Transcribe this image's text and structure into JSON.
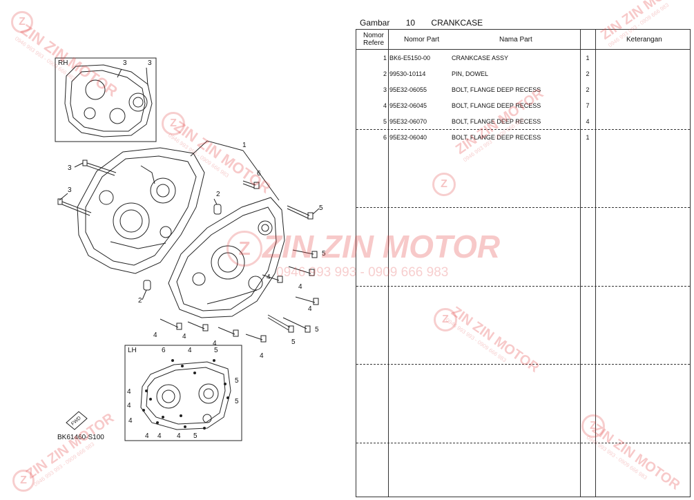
{
  "header": {
    "gambar_label": "Gambar",
    "gambar_number": "10",
    "title": "CRANKCASE"
  },
  "table": {
    "columns": {
      "ref_line1": "Nomor",
      "ref_line2": "Refere",
      "part_number": "Nomor Part",
      "part_name": "Nama Part",
      "remarks": "Keterangan"
    },
    "rows": [
      {
        "ref": "1",
        "part_number": "BK6-E5150-00",
        "name": "CRANKCASE ASSY",
        "qty": "1"
      },
      {
        "ref": "2",
        "part_number": "99530-10114",
        "name": "PIN, DOWEL",
        "qty": "2"
      },
      {
        "ref": "3",
        "part_number": "95E32-06055",
        "name": "BOLT, FLANGE DEEP RECESS",
        "qty": "2"
      },
      {
        "ref": "4",
        "part_number": "95E32-06045",
        "name": "BOLT, FLANGE DEEP RECESS",
        "qty": "7"
      },
      {
        "ref": "5",
        "part_number": "95E32-06070",
        "name": "BOLT, FLANGE DEEP RECESS",
        "qty": "4"
      },
      {
        "ref": "6",
        "part_number": "95E32-06040",
        "name": "BOLT, FLANGE DEEP RECESS",
        "qty": "1"
      }
    ]
  },
  "diagram": {
    "rh_label": "RH",
    "lh_label": "LH",
    "fwd_label": "FWD",
    "drawing_code": "BK61460-S100",
    "callouts": [
      "1",
      "2",
      "2",
      "3",
      "3",
      "3",
      "3",
      "4",
      "4",
      "4",
      "4",
      "4",
      "4",
      "4",
      "5",
      "5",
      "5",
      "5",
      "6",
      "4",
      "4",
      "4",
      "4",
      "4",
      "4",
      "4",
      "5",
      "5",
      "5",
      "5",
      "6"
    ]
  },
  "watermark": {
    "brand": "ZIN ZIN MOTOR",
    "phone": "0946 993 993 - 0909 666 983",
    "color": "#e13c3c"
  }
}
